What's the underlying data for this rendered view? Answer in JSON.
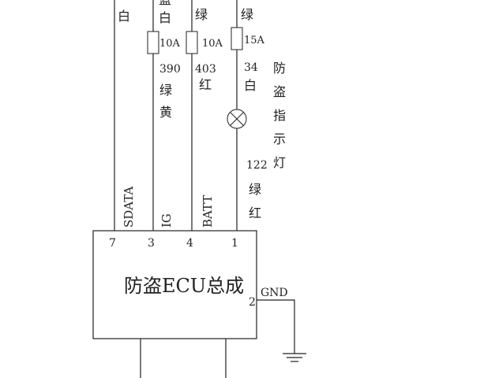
{
  "wires": [
    {
      "id": "sdata",
      "color_text": "白",
      "signal": "SDATA",
      "pin": "7"
    },
    {
      "id": "ig",
      "top_color_partial": "蓝",
      "top_color": "白",
      "fuse": "10A",
      "circuit": "390",
      "color_a": "绿",
      "color_b": "黄",
      "signal": "IG",
      "pin": "3"
    },
    {
      "id": "batt",
      "top_color": "绿",
      "fuse": "10A",
      "circuit": "403",
      "color": "红",
      "signal": "BATT",
      "pin": "4"
    },
    {
      "id": "lamp",
      "top_color": "绿",
      "fuse": "15A",
      "circuit_upper": "34",
      "color_upper": "白",
      "circuit_lower": "122",
      "color_lower_a": "绿",
      "color_lower_b": "红",
      "pin": "1"
    }
  ],
  "lamp_label": [
    "防",
    "盗",
    "指",
    "示",
    "灯"
  ],
  "ecu": {
    "title": "防盗ECU总成",
    "gnd_pin": "2",
    "gnd_label": "GND"
  }
}
